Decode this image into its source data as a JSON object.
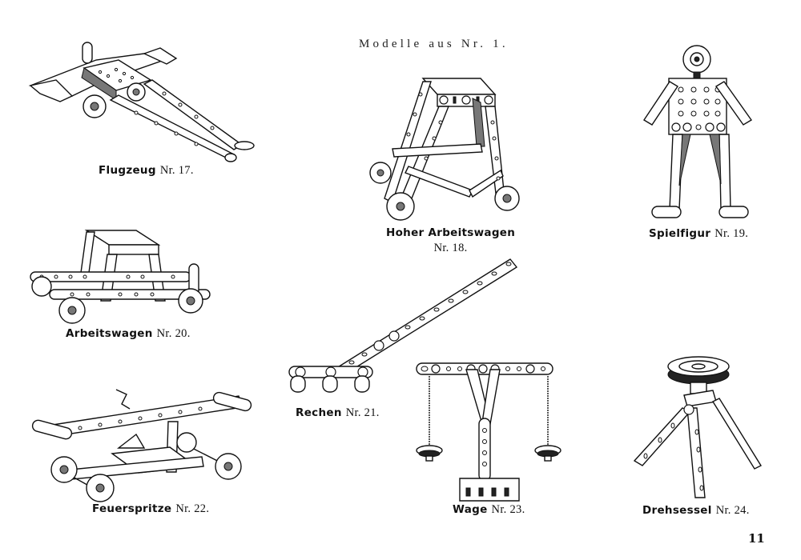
{
  "page": {
    "title": "Modelle aus Nr. 1.",
    "page_number": "11"
  },
  "models": [
    {
      "name": "Flugzeug",
      "number": "Nr. 17.",
      "icon": "airplane-model"
    },
    {
      "name": "Hoher Arbeitswagen",
      "number": "Nr. 18.",
      "icon": "tall-work-cart-model"
    },
    {
      "name": "Spielfigur",
      "number": "Nr. 19.",
      "icon": "toy-figure-model"
    },
    {
      "name": "Arbeitswagen",
      "number": "Nr. 20.",
      "icon": "work-cart-model"
    },
    {
      "name": "Rechen",
      "number": "Nr. 21.",
      "icon": "rake-model"
    },
    {
      "name": "Feuerspritze",
      "number": "Nr. 22.",
      "icon": "fire-engine-model"
    },
    {
      "name": "Wage",
      "number": "Nr. 23.",
      "icon": "balance-scale-model"
    },
    {
      "name": "Drehsessel",
      "number": "Nr. 24.",
      "icon": "swivel-chair-model"
    }
  ],
  "colors": {
    "ink": "#111111",
    "paper": "#ffffff"
  }
}
